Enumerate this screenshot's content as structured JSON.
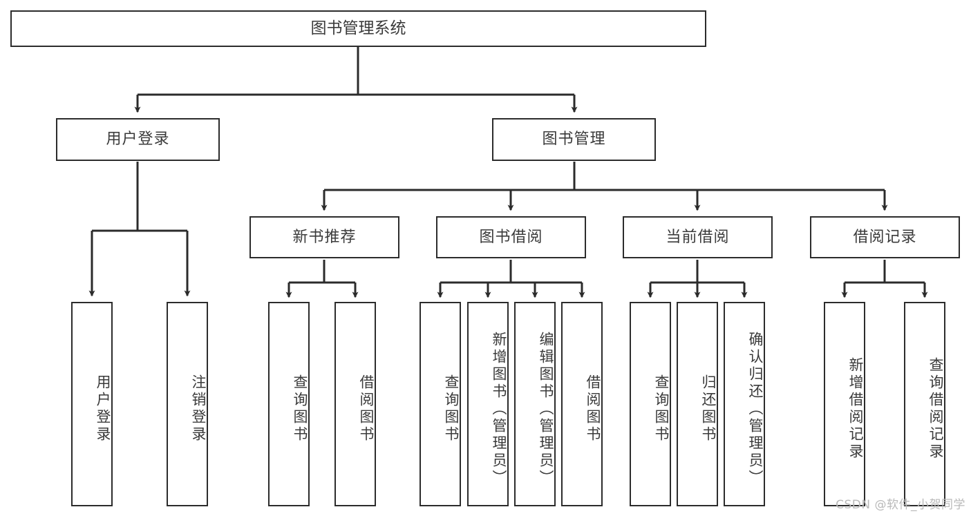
{
  "diagram": {
    "title": "图书管理系统",
    "watermark": "CSDN @软件_小贺同学",
    "colors": {
      "stroke": "#2b2b2b",
      "text": "#3a3a3a",
      "background": "#ffffff",
      "watermark": "#b9b9b9"
    },
    "nodes": {
      "root": {
        "label": "图书管理系统"
      },
      "level2": [
        {
          "id": "user-login",
          "label": "用户登录"
        },
        {
          "id": "book-management",
          "label": "图书管理"
        }
      ],
      "level3": [
        {
          "id": "new-book-recommend",
          "label": "新书推荐"
        },
        {
          "id": "book-borrow",
          "label": "图书借阅"
        },
        {
          "id": "current-borrow",
          "label": "当前借阅"
        },
        {
          "id": "borrow-record",
          "label": "借阅记录"
        }
      ],
      "leaves": {
        "user_login": [
          {
            "id": "leaf-user-login",
            "label": "用户登录"
          },
          {
            "id": "leaf-logout-login",
            "label": "注销登录"
          }
        ],
        "new_book_recommend": [
          {
            "id": "leaf-query-book-1",
            "label": "查询图书"
          },
          {
            "id": "leaf-borrow-book-1",
            "label": "借阅图书"
          }
        ],
        "book_borrow": [
          {
            "id": "leaf-query-book-2",
            "label": "查询图书"
          },
          {
            "id": "leaf-add-book",
            "label": "新增图书（管理员）"
          },
          {
            "id": "leaf-edit-book",
            "label": "编辑图书（管理员）"
          },
          {
            "id": "leaf-borrow-book-2",
            "label": "借阅图书"
          }
        ],
        "current_borrow": [
          {
            "id": "leaf-query-book-3",
            "label": "查询图书"
          },
          {
            "id": "leaf-return-book",
            "label": "归还图书"
          },
          {
            "id": "leaf-confirm-return",
            "label": "确认归还（管理员）"
          }
        ],
        "borrow_record": [
          {
            "id": "leaf-add-record",
            "label": "新增借阅记录"
          },
          {
            "id": "leaf-query-record",
            "label": "查询借阅记录"
          }
        ]
      }
    }
  },
  "chart_data": {
    "type": "tree-diagram",
    "title": "图书管理系统",
    "orientation": "top-down",
    "levels": 4,
    "tree": {
      "label": "图书管理系统",
      "children": [
        {
          "label": "用户登录",
          "children": [
            {
              "label": "用户登录"
            },
            {
              "label": "注销登录"
            }
          ]
        },
        {
          "label": "图书管理",
          "children": [
            {
              "label": "新书推荐",
              "children": [
                {
                  "label": "查询图书"
                },
                {
                  "label": "借阅图书"
                }
              ]
            },
            {
              "label": "图书借阅",
              "children": [
                {
                  "label": "查询图书"
                },
                {
                  "label": "新增图书（管理员）"
                },
                {
                  "label": "编辑图书（管理员）"
                },
                {
                  "label": "借阅图书"
                }
              ]
            },
            {
              "label": "当前借阅",
              "children": [
                {
                  "label": "查询图书"
                },
                {
                  "label": "归还图书"
                },
                {
                  "label": "确认归还（管理员）"
                }
              ]
            },
            {
              "label": "借阅记录",
              "children": [
                {
                  "label": "新增借阅记录"
                },
                {
                  "label": "查询借阅记录"
                }
              ]
            }
          ]
        }
      ]
    }
  }
}
